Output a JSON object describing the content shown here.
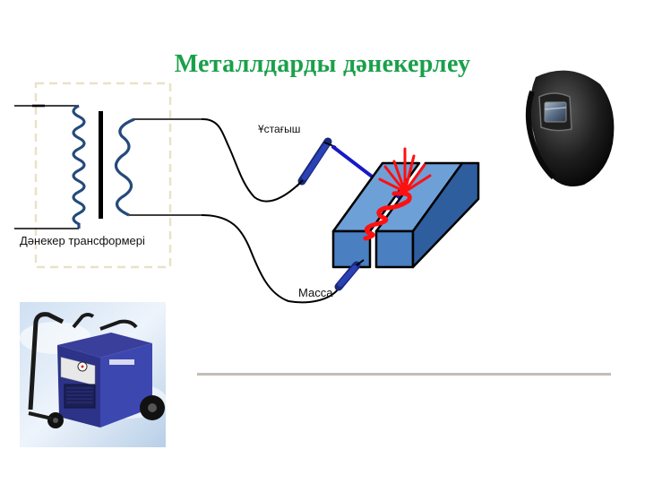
{
  "slide": {
    "title": "Металлдарды дәнекерлеу"
  },
  "diagram": {
    "transformer_label": "Дәнекер трансформері",
    "holder_label": "Ұстағыш",
    "ground_label": "Масса"
  },
  "colors": {
    "title": "#1aa04a",
    "coil": "#244a7c",
    "electrode": "#1818c8",
    "metal_front": "#4a7fc1",
    "metal_top": "#6ea0d8",
    "metal_side": "#2e5e9e",
    "arc": "#ff1010",
    "divider": "#c4bcb6"
  },
  "icons": {
    "helmet": "welding-helmet-icon",
    "machine": "welding-machine-image"
  }
}
